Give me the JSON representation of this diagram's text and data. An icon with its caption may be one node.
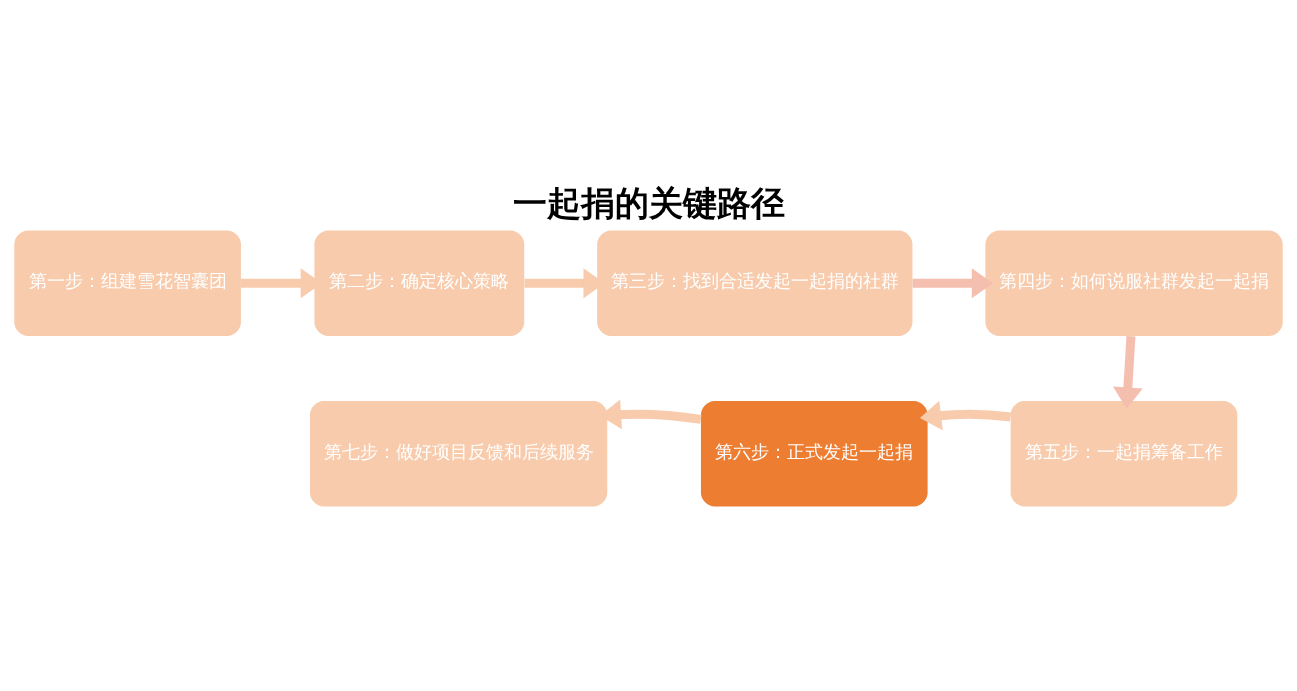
{
  "diagram": {
    "title": "一起捐的关键路径",
    "nodes": [
      {
        "text": [
          "第一步：组建雪花智囊团"
        ]
      },
      {
        "text": [
          "第二步：确定核心策略"
        ]
      },
      {
        "text": [
          "第三步：找到合适发起一起捐的社群"
        ]
      },
      {
        "text": [
          "第四步：如何说服社群发起一起捐"
        ]
      },
      {
        "text": [
          "第五步：一起捐筹备工作"
        ]
      },
      {
        "text": [
          "第六步：正式发起一起捐"
        ]
      },
      {
        "text": [
          "第七步：做好项目反馈和后续服务"
        ]
      }
    ],
    "edges": [
      {
        "from": 0,
        "to": 1,
        "arrow": "to"
      },
      {
        "from": 1,
        "to": 2,
        "arrow": "to"
      },
      {
        "from": 2,
        "to": 3,
        "arrow": "to",
        "color": "#f4bfae"
      },
      {
        "from": 3,
        "to": 4,
        "arrow": "to",
        "color": "#f4bfae"
      },
      {
        "from": 4,
        "to": 5,
        "arrow": "to"
      },
      {
        "from": 5,
        "to": 6,
        "arrow": "to"
      }
    ]
  }
}
